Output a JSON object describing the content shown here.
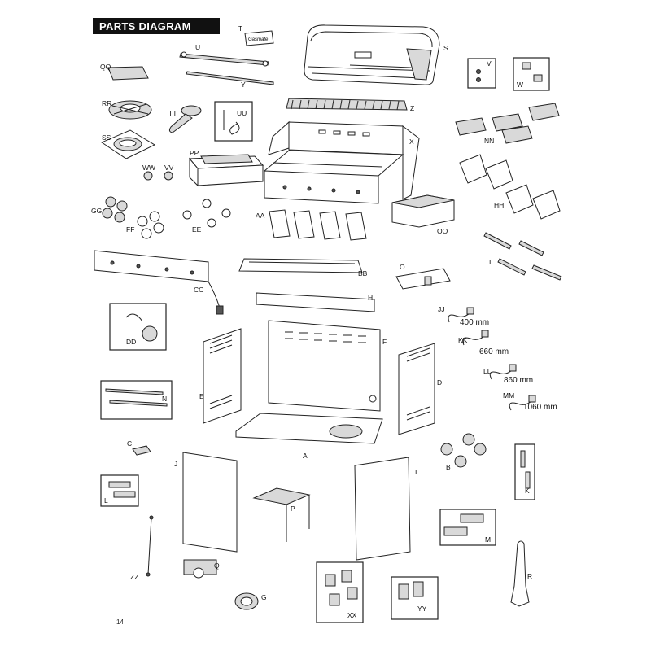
{
  "title": "PARTS DIAGRAM",
  "page_number": "14",
  "brand": "Gasmate",
  "parts": [
    {
      "id": "T",
      "label": "T"
    },
    {
      "id": "S",
      "label": "S"
    },
    {
      "id": "U",
      "label": "U"
    },
    {
      "id": "Y",
      "label": "Y"
    },
    {
      "id": "QQ",
      "label": "QQ"
    },
    {
      "id": "V",
      "label": "V"
    },
    {
      "id": "W",
      "label": "W"
    },
    {
      "id": "RR",
      "label": "RR"
    },
    {
      "id": "TT",
      "label": "TT"
    },
    {
      "id": "UU",
      "label": "UU"
    },
    {
      "id": "Z",
      "label": "Z"
    },
    {
      "id": "SS",
      "label": "SS"
    },
    {
      "id": "NN",
      "label": "NN"
    },
    {
      "id": "PP",
      "label": "PP"
    },
    {
      "id": "X",
      "label": "X"
    },
    {
      "id": "WW",
      "label": "WW"
    },
    {
      "id": "VV",
      "label": "VV"
    },
    {
      "id": "GG",
      "label": "GG"
    },
    {
      "id": "FF",
      "label": "FF"
    },
    {
      "id": "EE",
      "label": "EE"
    },
    {
      "id": "AA",
      "label": "AA"
    },
    {
      "id": "OO",
      "label": "OO"
    },
    {
      "id": "HH",
      "label": "HH"
    },
    {
      "id": "II",
      "label": "II"
    },
    {
      "id": "BB",
      "label": "BB"
    },
    {
      "id": "O",
      "label": "O"
    },
    {
      "id": "CC",
      "label": "CC"
    },
    {
      "id": "H",
      "label": "H"
    },
    {
      "id": "DD",
      "label": "DD"
    },
    {
      "id": "JJ",
      "label": "JJ",
      "length": "400 mm"
    },
    {
      "id": "F",
      "label": "F"
    },
    {
      "id": "KK",
      "label": "KK",
      "length": "660 mm"
    },
    {
      "id": "E",
      "label": "E"
    },
    {
      "id": "D",
      "label": "D"
    },
    {
      "id": "LL",
      "label": "LL",
      "length": "860 mm"
    },
    {
      "id": "N",
      "label": "N"
    },
    {
      "id": "MM",
      "label": "MM",
      "length": "1060 mm"
    },
    {
      "id": "C",
      "label": "C"
    },
    {
      "id": "A",
      "label": "A"
    },
    {
      "id": "B",
      "label": "B"
    },
    {
      "id": "J",
      "label": "J"
    },
    {
      "id": "I",
      "label": "I"
    },
    {
      "id": "K",
      "label": "K"
    },
    {
      "id": "L",
      "label": "L"
    },
    {
      "id": "P",
      "label": "P"
    },
    {
      "id": "M",
      "label": "M"
    },
    {
      "id": "ZZ",
      "label": "ZZ"
    },
    {
      "id": "Q",
      "label": "Q"
    },
    {
      "id": "R",
      "label": "R"
    },
    {
      "id": "G",
      "label": "G"
    },
    {
      "id": "XX",
      "label": "XX"
    },
    {
      "id": "YY",
      "label": "YY"
    }
  ]
}
